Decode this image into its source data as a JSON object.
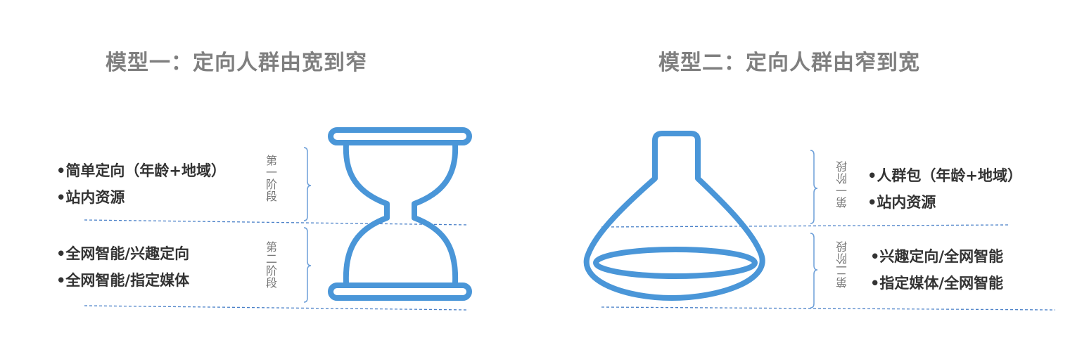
{
  "left_model": {
    "title": "模型一：定向人群由宽到窄",
    "stage1_label": "第一阶段",
    "stage2_label": "第二阶段",
    "stage1_items": [
      "•简单定向（年龄+地域）",
      "•站内资源"
    ],
    "stage2_items": [
      "•全网智能/兴趣定向",
      "•全网智能/指定媒体"
    ],
    "icon": "hourglass-icon"
  },
  "right_model": {
    "title": "模型二：定向人群由窄到宽",
    "stage1_label": "第一阶段",
    "stage2_label": "第二阶段",
    "stage1_items": [
      "•人群包（年龄+地域）",
      "•站内资源"
    ],
    "stage2_items": [
      "•兴趣定向/全网智能",
      "•指定媒体/全网智能"
    ],
    "icon": "flask-icon"
  },
  "colors": {
    "icon_stroke": "#4a96d8",
    "divider": "#4a80c8",
    "bracket": "#6d9fd8",
    "title": "#7f7f7f",
    "text": "#333333"
  }
}
